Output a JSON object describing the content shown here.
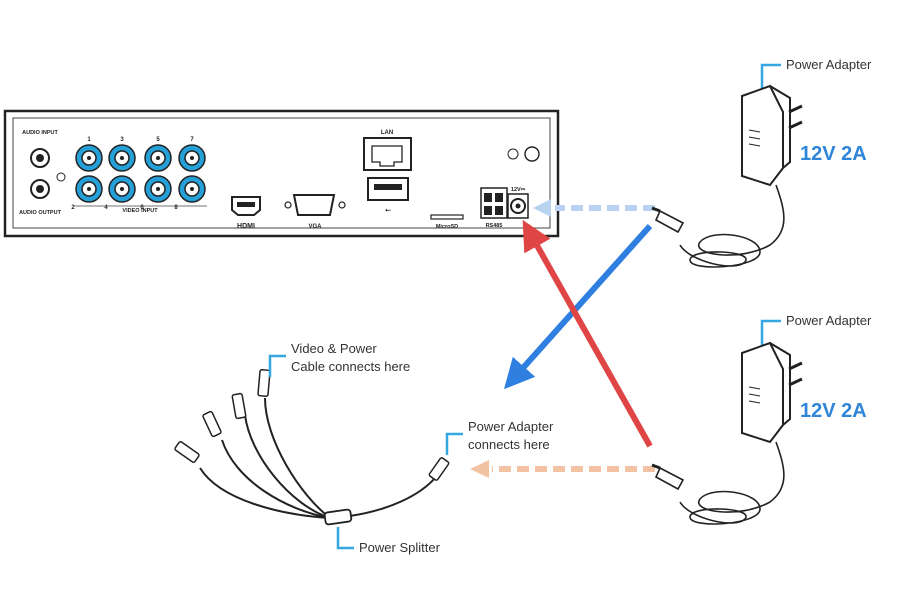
{
  "dvr": {
    "audio_input": "AUDIO INPUT",
    "audio_output": "AUDIO OUTPUT",
    "video_input": "VIDEO INPUT",
    "hdmi": "HDMI",
    "vga": "VGA",
    "lan": "LAN",
    "usb_symbol": "⭠",
    "microsd": "MicroSD",
    "rs485": "RS485",
    "power_rating": "12V⎓",
    "channels_top": [
      "1",
      "3",
      "5",
      "7"
    ],
    "channels_bottom": [
      "2",
      "4",
      "6",
      "8"
    ]
  },
  "adapter_top": {
    "label": "Power Adapter",
    "rating": "12V 2A"
  },
  "adapter_bottom": {
    "label": "Power Adapter",
    "rating": "12V 2A"
  },
  "splitter": {
    "video_label_line1": "Video & Power",
    "video_label_line2": "Cable connects here",
    "adapter_label_line1": "Power Adapter",
    "adapter_label_line2": "connects here",
    "name": "Power Splitter"
  },
  "colors": {
    "accent_blue": "#2f86d8",
    "label_blue": "#35a7e0",
    "arrow_red": "#e04545",
    "arrow_blue": "#2f7fe0",
    "dash_blue": "#b7d3ef",
    "dash_orange": "#f3c2a3",
    "bnc_blue": "#25a0d8"
  }
}
